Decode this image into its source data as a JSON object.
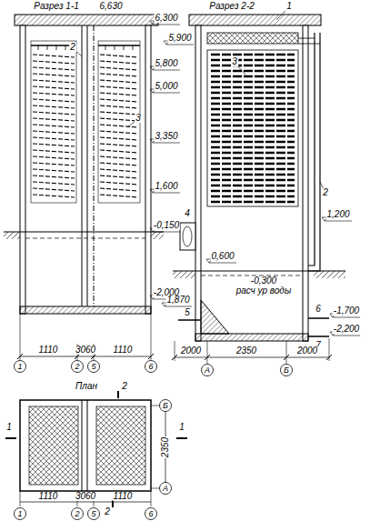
{
  "diagram": {
    "labels": [
      "Разрез 1-1",
      "6,630",
      "6,300",
      "5,800",
      "5,000",
      "3,350",
      "1,600",
      "-0,150",
      "-2,000",
      "2",
      "3",
      "1110",
      "3060",
      "1110",
      "1",
      "2",
      "5",
      "6",
      "Разрез 2-2",
      "1",
      "5,900",
      "3",
      "2",
      "1,200",
      "4",
      "0,600",
      "-0,300",
      "расч ур воды",
      "1,870",
      "5",
      "6",
      "-1,700",
      "7",
      "-2,200",
      "2000",
      "2350",
      "2000",
      "А",
      "Б",
      "План",
      "2",
      "Б",
      "2350",
      "А",
      "1",
      "1",
      "1110",
      "3060",
      "1110",
      "1",
      "2",
      "5",
      "6",
      "2"
    ]
  }
}
